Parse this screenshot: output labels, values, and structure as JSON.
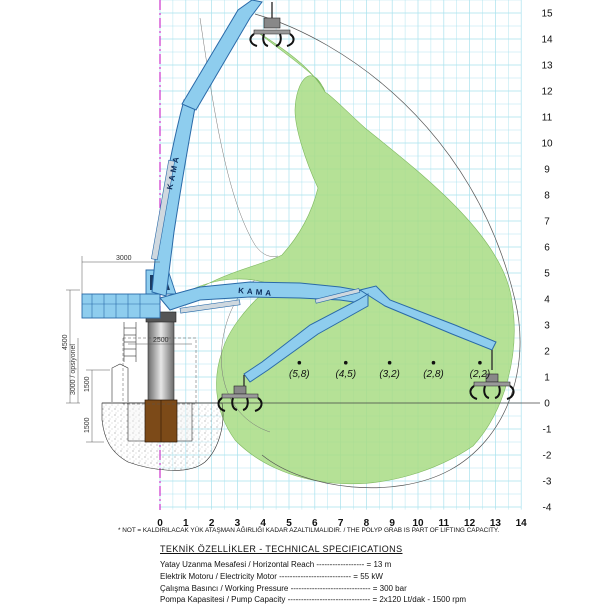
{
  "y_axis_labels": [
    "-4",
    "-3",
    "-2",
    "-1",
    "0",
    "1",
    "2",
    "3",
    "4",
    "5",
    "6",
    "7",
    "8",
    "9",
    "10",
    "11",
    "12",
    "13",
    "14",
    "15"
  ],
  "x_axis_labels": [
    "0",
    "1",
    "2",
    "3",
    "4",
    "5",
    "6",
    "7",
    "8",
    "9",
    "10",
    "11",
    "12",
    "13",
    "14"
  ],
  "capacities": [
    {
      "x": 5.4,
      "label": "(5,8)"
    },
    {
      "x": 7.2,
      "label": "(4,5)"
    },
    {
      "x": 8.9,
      "label": "(3,2)"
    },
    {
      "x": 10.6,
      "label": "(2,8)"
    },
    {
      "x": 12.4,
      "label": "(2,2)"
    }
  ],
  "brand_labels": {
    "upper_boom": "KAMA",
    "lower_boom": "KAMA"
  },
  "dimensions": {
    "d3000_horizontal": "3000",
    "d4500": "4500",
    "d3000_vertical": "3000 / opsiyonel",
    "d1500_upper": "1500",
    "d1500_lower": "1500",
    "d2500": "2500"
  },
  "note": "* NOT = KALDIRILACAK YÜK ATAŞMAN AĞIRLIĞI KADAR AZALTILMALIDIR. / THE POLYP GRAB IS PART OF LIFTING CAPACITY.",
  "specs": {
    "title": "TEKNİK ÖZELLİKLER - TECHNICAL SPECIFICATIONS",
    "rows": [
      {
        "label": "Yatay Uzanma Mesafesi / Horizontal Reach",
        "dashes": " ------------------ ",
        "value": "= 13 m"
      },
      {
        "label": "Elektrik Motoru / Electricity Motor",
        "dashes": " --------------------------- ",
        "value": "= 55 kW"
      },
      {
        "label": "Çalışma Basıncı / Working Pressure",
        "dashes": " ------------------------------ ",
        "value": "= 300 bar"
      },
      {
        "label": "Pompa Kapasitesi / Pump Capacity",
        "dashes": " ------------------------------- ",
        "value": "= 2x120 Lt/dak - 1500 rpm"
      }
    ]
  },
  "colors": {
    "grid": "#a9e2ee",
    "envelope": "#a8dc84",
    "boom": "#8ecdee",
    "boom_dark": "#2a6aa8",
    "pedestal": "#7c4a18",
    "axis_magenta": "#cc33cc"
  }
}
